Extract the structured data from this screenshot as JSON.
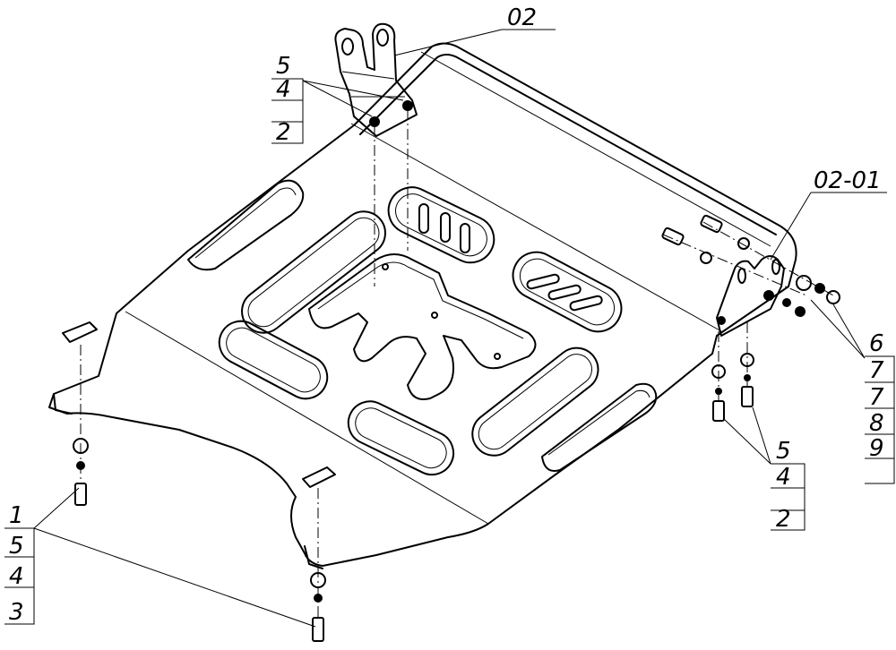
{
  "callouts": {
    "top_ref": "02",
    "right_ref": "02-01",
    "top_left_stack": [
      "5",
      "4",
      "2"
    ],
    "right_stack": [
      "6",
      "7",
      "7",
      "8",
      "9"
    ],
    "right_lower_stack": [
      "5",
      "4",
      "2"
    ],
    "bottom_left_stack": [
      "1",
      "5",
      "4",
      "3"
    ]
  }
}
